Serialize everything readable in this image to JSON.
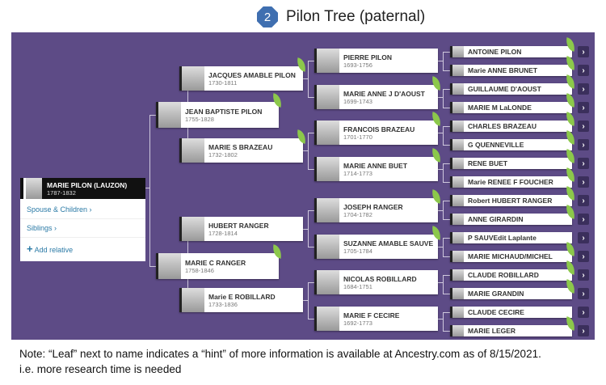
{
  "title": {
    "number": "2",
    "text": "Pilon Tree (paternal)"
  },
  "root": {
    "name": "MARIE PILON (LAUZON)",
    "years": "1787-1832",
    "links": [
      "Spouse & Children ›",
      "Siblings ›",
      "Add relative"
    ]
  },
  "gen1": [
    {
      "name": "JEAN BAPTISTE PILON",
      "years": "1755-1828",
      "hint": true
    },
    {
      "name": "MARIE C RANGER",
      "years": "1758-1846",
      "hint": true
    }
  ],
  "gen2": [
    {
      "name": "JACQUES AMABLE PILON",
      "years": "1730-1811",
      "hint": true
    },
    {
      "name": "MARIE S BRAZEAU",
      "years": "1732-1802",
      "hint": true
    },
    {
      "name": "HUBERT RANGER",
      "years": "1728-1814",
      "hint": false
    },
    {
      "name": "Marie E ROBILLARD",
      "years": "1733-1836",
      "hint": false
    }
  ],
  "gen3": [
    {
      "name": "PIERRE PILON",
      "years": "1693-1756",
      "hint": false
    },
    {
      "name": "MARIE ANNE J D'AOUST",
      "years": "1699-1743",
      "hint": true
    },
    {
      "name": "FRANCOIS BRAZEAU",
      "years": "1701-1770",
      "hint": true
    },
    {
      "name": "MARIE ANNE BUET",
      "years": "1714-1773",
      "hint": true
    },
    {
      "name": "JOSEPH RANGER",
      "years": "1704-1782",
      "hint": true
    },
    {
      "name": "SUZANNE AMABLE SAUVE",
      "years": "1705-1784",
      "hint": true
    },
    {
      "name": "NICOLAS ROBILLARD",
      "years": "1684-1751",
      "hint": false
    },
    {
      "name": "MARIE F CECIRE",
      "years": "1692-1773",
      "hint": false
    }
  ],
  "gen4": [
    {
      "name": "ANTOINE PILON",
      "hint": true
    },
    {
      "name": "Marie ANNE BRUNET",
      "hint": true
    },
    {
      "name": "GUILLAUME D'AOUST",
      "hint": true
    },
    {
      "name": "MARIE M LaLONDE",
      "hint": true
    },
    {
      "name": "CHARLES BRAZEAU",
      "hint": true
    },
    {
      "name": "G QUENNEVILLE",
      "hint": true
    },
    {
      "name": "RENE BUET",
      "hint": true
    },
    {
      "name": "Marie RENEE F FOUCHER",
      "hint": true
    },
    {
      "name": "Robert HUBERT RANGER",
      "hint": true
    },
    {
      "name": "ANNE GIRARDIN",
      "hint": true
    },
    {
      "name": "P SAUVEdit Laplante",
      "hint": false
    },
    {
      "name": "MARIE MICHAUD/MICHEL",
      "hint": true
    },
    {
      "name": "CLAUDE ROBILLARD",
      "hint": true
    },
    {
      "name": "MARIE GRANDIN",
      "hint": true
    },
    {
      "name": "CLAUDE CECIRE",
      "hint": false
    },
    {
      "name": "MARIE LEGER",
      "hint": true
    }
  ],
  "arrow": "›",
  "colors": {
    "panel": "#5d4b86",
    "leaf": "#8cc84b",
    "link": "#2b7aa6"
  },
  "note": {
    "line1": "Note: “Leaf” next to name indicates a “hint” of more information is available at Ancestry.com as of 8/15/2021.",
    "line2": "i.e. more research time is needed"
  }
}
